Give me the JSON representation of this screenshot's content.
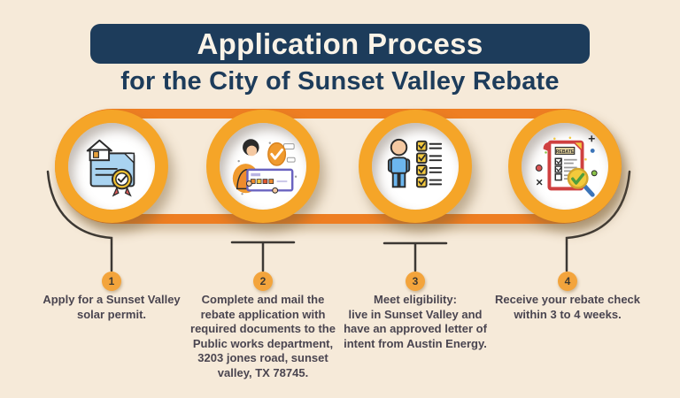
{
  "header": {
    "title": "Application Process",
    "subtitle": "for the City of Sunset Valley Rebate"
  },
  "steps": [
    {
      "number": "1",
      "icon": "house-permit-certificate-icon",
      "text": "Apply for a Sunset Valley solar permit."
    },
    {
      "number": "2",
      "icon": "mail-rebate-application-form-icon",
      "text": "Complete and mail the rebate application with required documents to the Public works department, 3203 jones road, sunset valley, TX 78745."
    },
    {
      "number": "3",
      "icon": "person-eligibility-checklist-icon",
      "text": "Meet eligibility:\nlive in Sunset Valley and have an approved letter of intent from Austin Energy."
    },
    {
      "number": "4",
      "icon": "rebate-document-magnifier-icon",
      "icon_label": "REBATE",
      "text": "Receive your rebate check within 3 to 4 weeks."
    }
  ],
  "colors": {
    "background": "#f6ead9",
    "banner_navy": "#1d3c5b",
    "track_orange": "#ee7e22",
    "ring_orange": "#f5a528",
    "badge_orange": "#f3a43c",
    "text_dark": "#4a4550",
    "connector_dark": "#3c3834"
  }
}
